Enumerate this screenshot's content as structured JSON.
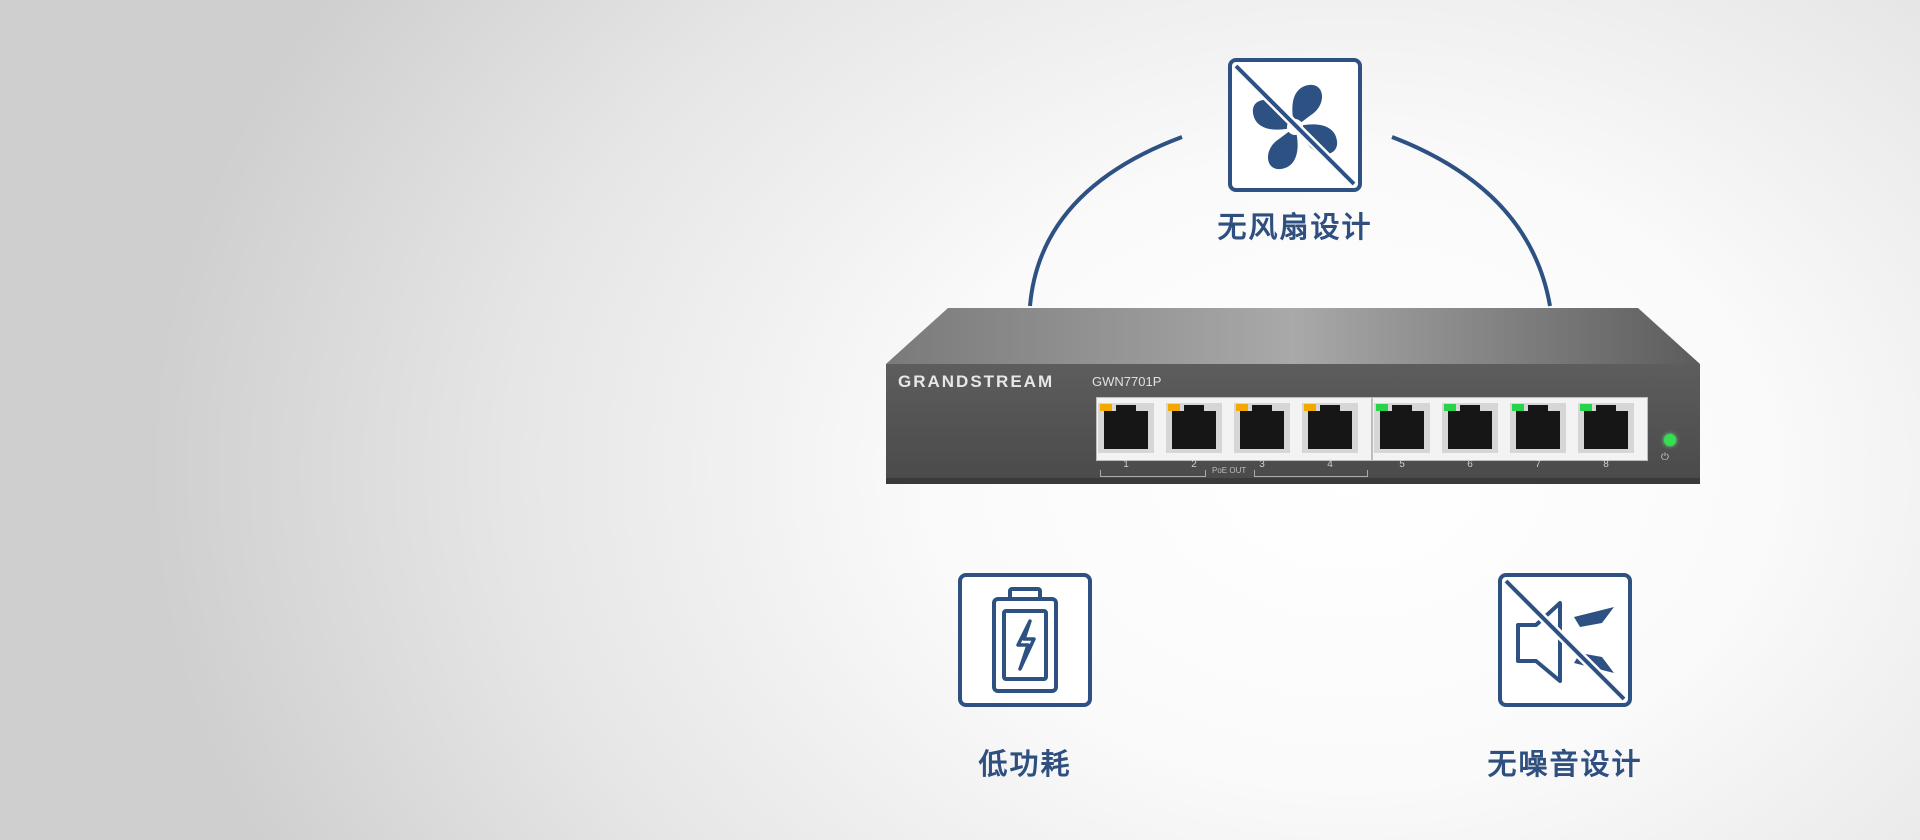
{
  "features": {
    "fanless": {
      "label": "无风扇设计",
      "icon": "fan-crossed-icon"
    },
    "low_power": {
      "label": "低功耗",
      "icon": "battery-bolt-icon"
    },
    "silent": {
      "label": "无噪音设计",
      "icon": "speaker-muted-crossed-icon"
    }
  },
  "device": {
    "brand": "GRANDSTREAM",
    "model": "GWN7701P",
    "ports": [
      {
        "number": "1",
        "led": "amber"
      },
      {
        "number": "2",
        "led": "amber"
      },
      {
        "number": "3",
        "led": "amber"
      },
      {
        "number": "4",
        "led": "amber"
      },
      {
        "number": "5",
        "led": "green"
      },
      {
        "number": "6",
        "led": "green"
      },
      {
        "number": "7",
        "led": "green"
      },
      {
        "number": "8",
        "led": "green"
      }
    ],
    "poe_label": "PoE OUT",
    "power_symbol": "⏻"
  },
  "colors": {
    "accent": "#2e5184",
    "led_amber": "#f2a900",
    "led_green": "#27d34a"
  }
}
